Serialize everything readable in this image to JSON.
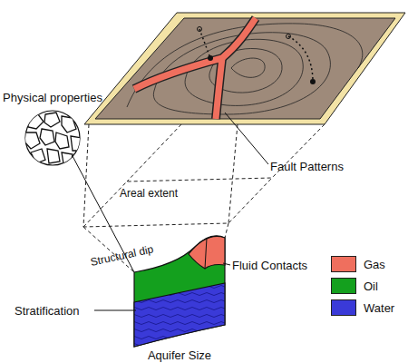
{
  "diagram": {
    "labels": [
      "Physical properties",
      "Areal extent",
      "Fault Patterns",
      "Structural dip",
      "Fluid Contacts",
      "Stratification",
      "Aquifer Size"
    ],
    "legend": [
      {
        "text": "Gas",
        "color": "#ef6f5e"
      },
      {
        "text": "Oil",
        "color": "#14a01e"
      },
      {
        "text": "Water",
        "color": "#3a3ad8"
      }
    ]
  }
}
